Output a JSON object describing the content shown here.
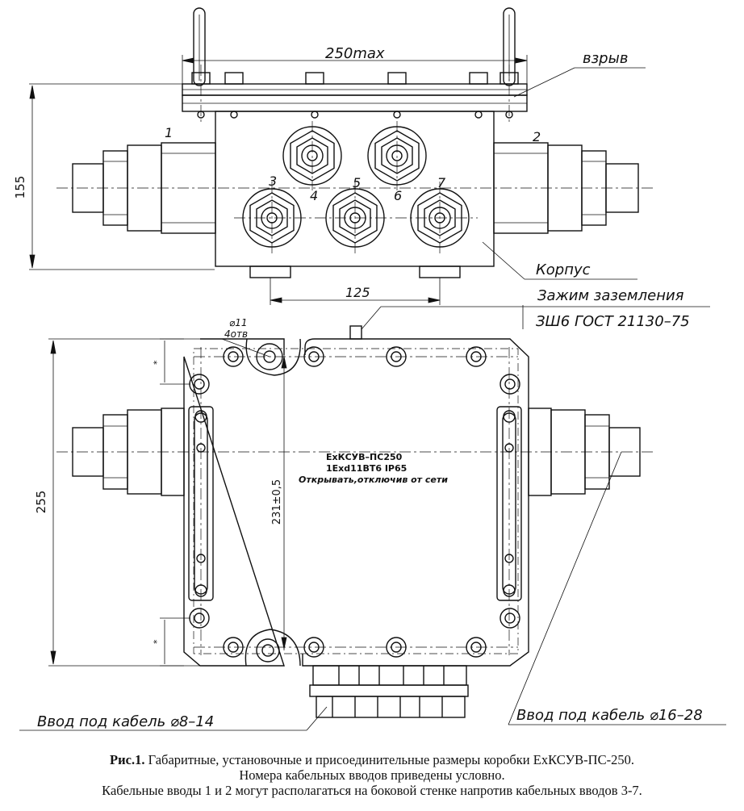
{
  "drawing": {
    "dim_width_top": "250max",
    "dim_height_side": "155",
    "dim_bottom_spacing": "125",
    "dim_height_plan": "255",
    "dim_inner_height": "231±0,5",
    "dim_hole": "⌀11",
    "dim_hole_count": "4отв",
    "dim_edge_offset_top": "*",
    "dim_edge_offset_bottom": "*",
    "entry_numbers": [
      "1",
      "2",
      "3",
      "4",
      "5",
      "6",
      "7"
    ],
    "callout_explosion": "взрыв",
    "callout_body": "Корпус",
    "callout_ground_line1": "Зажим заземления",
    "callout_ground_line2": "ЗШ6 ГОСТ 21130–75",
    "callout_entry_small": "Ввод под кабель ⌀8–14",
    "callout_entry_large": "Ввод под кабель ⌀16–28",
    "plate_line1": "ExКСУВ–ПС250",
    "plate_line2": "1Exd11BT6  IP65",
    "plate_line3": "Открывать,отключив от сети"
  },
  "caption": {
    "title_bold": "Рис.1.",
    "line1": "Габаритные, установочные и присоединительные размеры коробки ExКСУВ-ПС-250.",
    "line2": "Номера кабельных вводов приведены условно.",
    "line3": "Кабельные вводы 1 и 2 могут располагаться на боковой стенке напротив кабельных вводов 3-7."
  }
}
